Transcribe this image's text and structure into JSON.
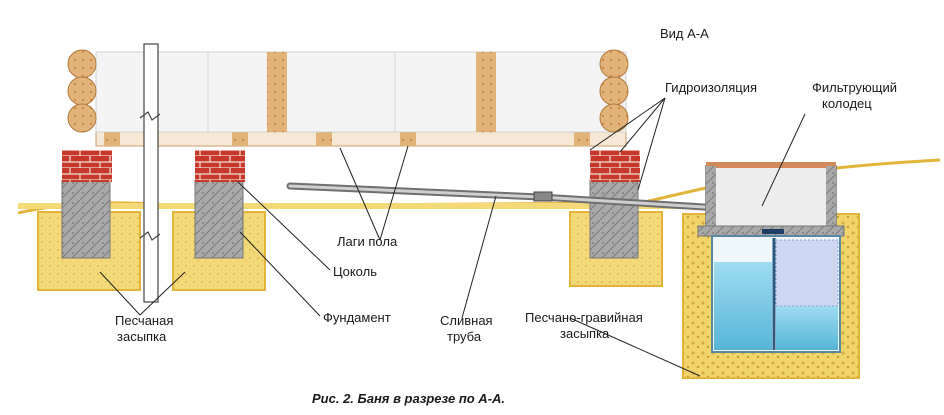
{
  "view_title": "Вид А-А",
  "labels": {
    "waterproofing": "Гидроизоляция",
    "filter_well_1": "Фильтрующий",
    "filter_well_2": "колодец",
    "floor_joists": "Лаги пола",
    "plinth": "Цоколь",
    "foundation": "Фундамент",
    "sand_fill_1": "Песчаная",
    "sand_fill_2": "засыпка",
    "drain_pipe_1": "Сливная",
    "drain_pipe_2": "труба",
    "gravel_fill_1": "Песчано-гравийная",
    "gravel_fill_2": "засыпка"
  },
  "caption": "Рис. 2. Баня в разрезе по А-А.",
  "colors": {
    "sand": "#f3d977",
    "sand_border": "#e2b53a",
    "brick": "#c8372c",
    "concrete": "#a8a8a8",
    "log": "#e3b47a",
    "wall": "#f4f4f4",
    "water": "#7fd0ea"
  }
}
